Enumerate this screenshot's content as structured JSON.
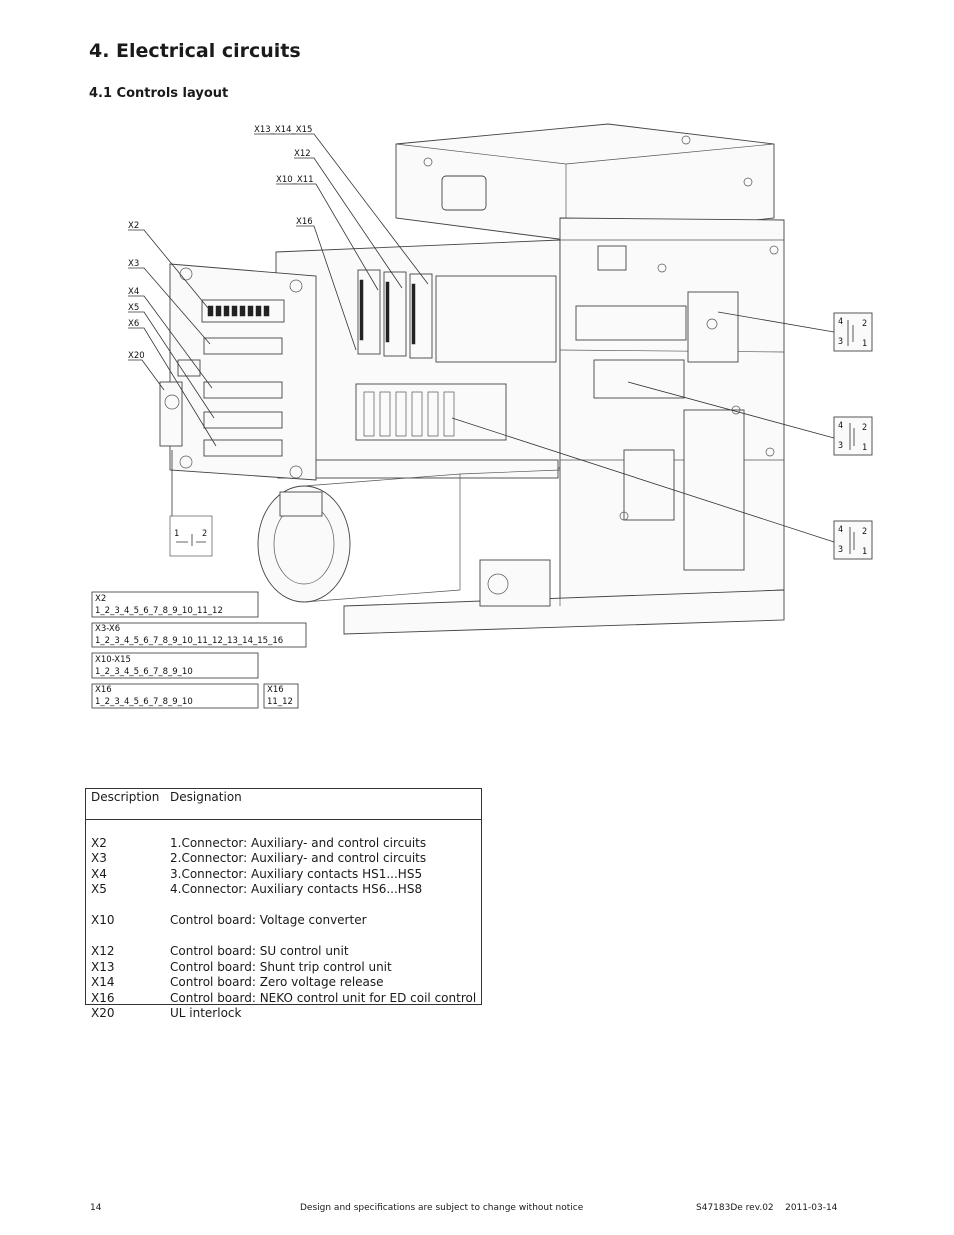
{
  "header": {
    "title": "4.  Electrical circuits",
    "section": "4.1 Controls layout"
  },
  "drawing": {
    "callouts": {
      "x13_x14_x15": "X13_X14_X15",
      "x12": "X12",
      "x10_x11": "X10_X11",
      "x16": "X16",
      "x2": "X2",
      "x3": "X3",
      "x4": "X4",
      "x5": "X5",
      "x6": "X6",
      "x20": "X20"
    },
    "switch_pins": {
      "left": "1",
      "right": "2"
    },
    "contact_pins": {
      "a": "4",
      "b": "2",
      "c": "3",
      "d": "1"
    },
    "pinout_boxes": [
      {
        "name": "X2",
        "pins": "1_2_3_4_5_6_7_8_9_10_11_12"
      },
      {
        "name": "X3-X6",
        "pins": "1_2_3_4_5_6_7_8_9_10_11_12_13_14_15_16"
      },
      {
        "name": "X10-X15",
        "pins": "1_2_3_4_5_6_7_8_9_10"
      },
      {
        "name": "X16",
        "pins": "1_2_3_4_5_6_7_8_9_10"
      },
      {
        "name": "X16",
        "pins": "11_12"
      }
    ]
  },
  "legend": {
    "col_description": "Description",
    "col_designation": "Designation",
    "rows": [
      {
        "code": "X2",
        "text": "1.Connector: Auxiliary- and control circuits"
      },
      {
        "code": "X3",
        "text": "2.Connector: Auxiliary- and control circuits"
      },
      {
        "code": "X4",
        "text": "3.Connector: Auxiliary contacts HS1...HS5"
      },
      {
        "code": "X5",
        "text": "4.Connector: Auxiliary contacts HS6...HS8"
      },
      {
        "code": "X10",
        "text": "Control board: Voltage converter"
      },
      {
        "code": "X12",
        "text": "Control board: SU control unit"
      },
      {
        "code": "X13",
        "text": "Control board: Shunt trip control unit"
      },
      {
        "code": "X14",
        "text": "Control board: Zero voltage release"
      },
      {
        "code": "X16",
        "text": "Control board: NEKO control unit for ED coil control"
      },
      {
        "code": "X20",
        "text": "UL interlock"
      }
    ]
  },
  "footer": {
    "page_number": "14",
    "notice": "Design and specifications are subject to change without notice",
    "doc_id": "S47183De rev.02    2011-03-14"
  }
}
